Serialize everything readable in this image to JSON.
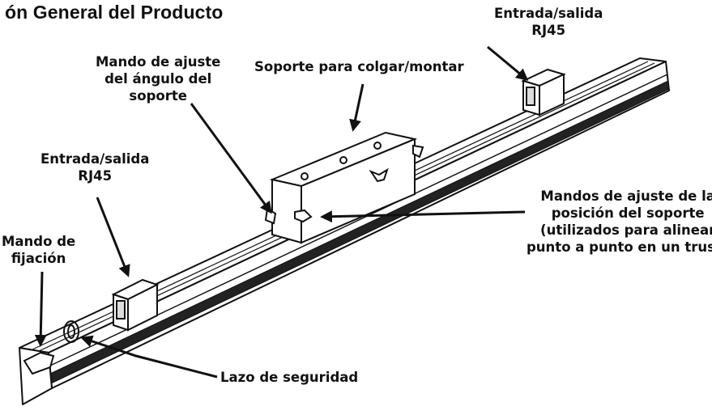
{
  "title": "ón General del Producto",
  "labels": {
    "rj45_top": [
      "Entrada/salida",
      "RJ45"
    ],
    "rj45_left": [
      "Entrada/salida",
      "RJ45"
    ],
    "angle_knob": [
      "Mando de ajuste",
      "del ángulo del",
      "soporte"
    ],
    "hanging_bracket": [
      "Soporte para colgar/montar"
    ],
    "position_knobs": [
      "Mandos de ajuste de la",
      "posición del soporte",
      "(utilizados para alinear",
      "punto a punto en un truss)"
    ],
    "locking_knob": [
      "Mando de",
      "fijación"
    ],
    "safety_loop": [
      "Lazo de seguridad"
    ]
  },
  "colors": {
    "line": "#111111",
    "body": "#ffffff",
    "shade": "#d9d9d9"
  }
}
